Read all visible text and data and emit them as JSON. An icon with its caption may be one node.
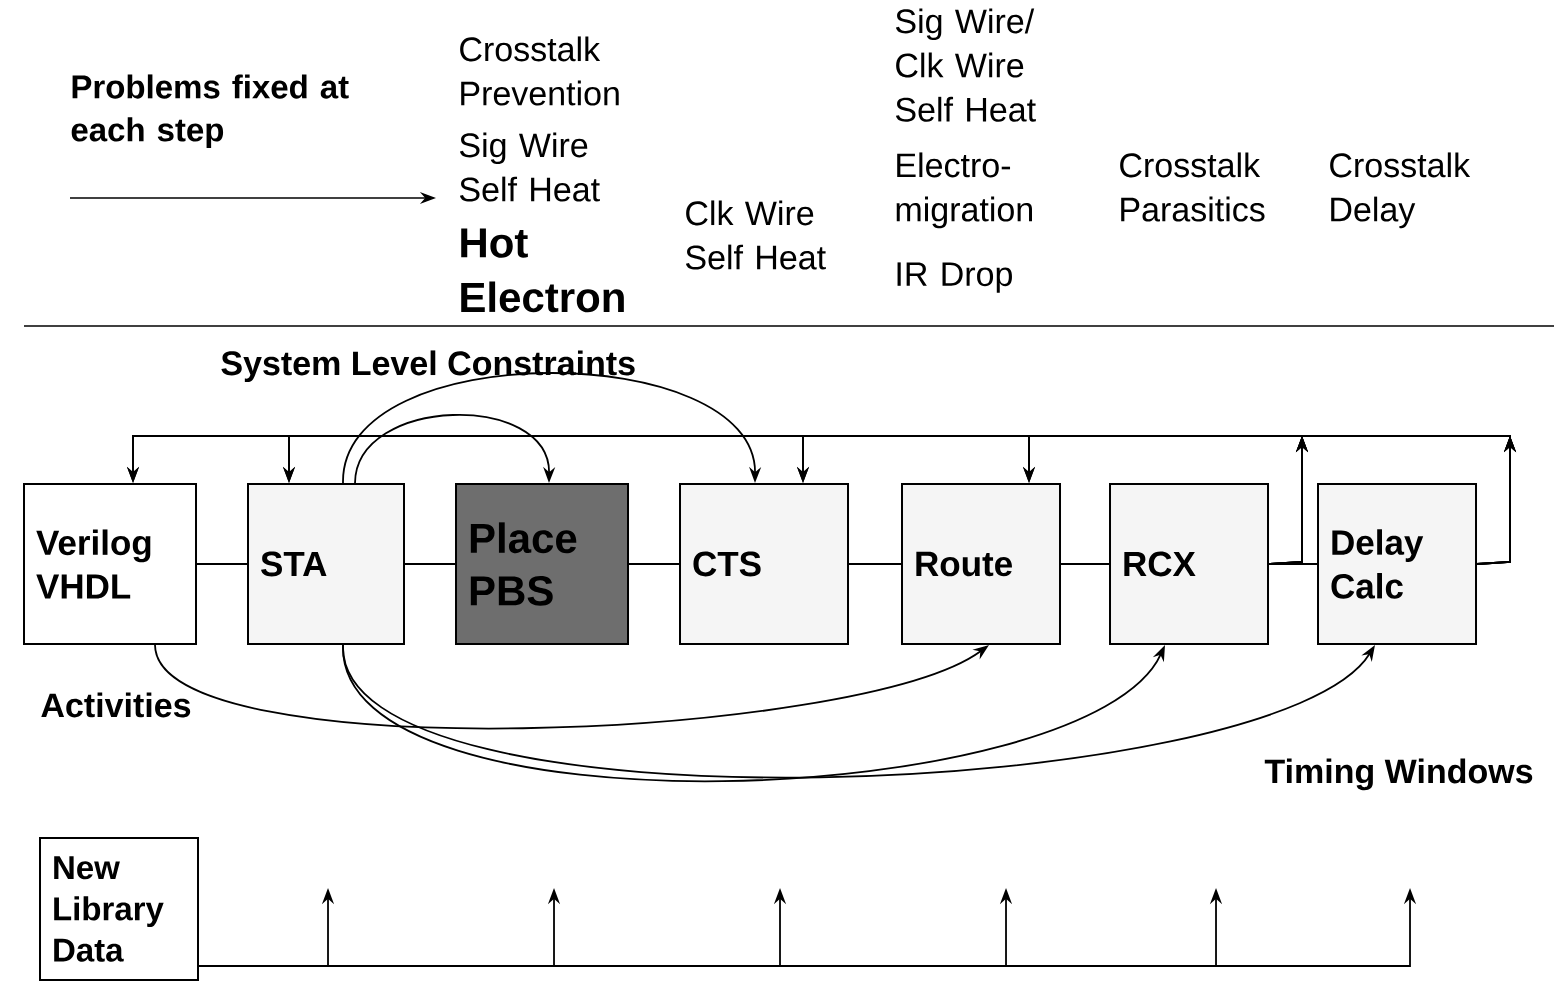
{
  "diagram": {
    "nodes": [
      {
        "text": [
          "Verilog VHDL"
        ]
      },
      {
        "text": [
          "STA"
        ]
      },
      {
        "text": [
          "Place PBS"
        ]
      },
      {
        "text": [
          "CTS"
        ]
      },
      {
        "text": [
          "Route"
        ]
      },
      {
        "text": [
          "RCX"
        ]
      },
      {
        "text": [
          "Delay Calc"
        ]
      },
      {
        "text": [
          "New Library Data"
        ]
      }
    ],
    "edges": [
      {
        "from": 0,
        "to": 1,
        "arrow": "none"
      },
      {
        "from": 1,
        "to": 2,
        "arrow": "none"
      },
      {
        "from": 2,
        "to": 3,
        "arrow": "none"
      },
      {
        "from": 3,
        "to": 4,
        "arrow": "none"
      },
      {
        "from": 4,
        "to": 5,
        "arrow": "none"
      },
      {
        "from": 5,
        "to": 6,
        "arrow": "none"
      },
      {
        "from": 6,
        "to": 0,
        "arrow": "to"
      },
      {
        "from": 6,
        "to": 1,
        "arrow": "to"
      },
      {
        "from": 6,
        "to": 3,
        "arrow": "to"
      },
      {
        "from": 6,
        "to": 4,
        "arrow": "to"
      },
      {
        "from": 5,
        "to": 0,
        "arrow": "to"
      },
      {
        "from": 5,
        "to": 1,
        "arrow": "to"
      },
      {
        "from": 5,
        "to": 3,
        "arrow": "to"
      },
      {
        "from": 5,
        "to": 4,
        "arrow": "to"
      },
      {
        "from": 1,
        "to": 2,
        "arrow": "to"
      },
      {
        "from": 1,
        "to": 3,
        "arrow": "to"
      },
      {
        "from": 0,
        "to": 4,
        "arrow": "to"
      },
      {
        "from": 1,
        "to": 5,
        "arrow": "to"
      },
      {
        "from": 1,
        "to": 6,
        "arrow": "to"
      },
      {
        "from": 7,
        "to": null,
        "arrow": "to"
      },
      {
        "from": 7,
        "to": null,
        "arrow": "to"
      },
      {
        "from": 7,
        "to": null,
        "arrow": "to"
      },
      {
        "from": 7,
        "to": null,
        "arrow": "to"
      },
      {
        "from": 7,
        "to": null,
        "arrow": "to"
      },
      {
        "from": 7,
        "to": null,
        "arrow": "to"
      }
    ],
    "labels": [
      "Problems fixed at each step",
      "Crosstalk Prevention",
      "Sig Wire Self Heat",
      "Hot Electron",
      "Clk Wire Self Heat",
      "Sig Wire/ Clk Wire Self Heat",
      "Electro-migration",
      "IR Drop",
      "Crosstalk Parasitics",
      "Crosstalk Delay",
      "System Level Constraints",
      "Activities",
      "Timing Windows"
    ]
  }
}
